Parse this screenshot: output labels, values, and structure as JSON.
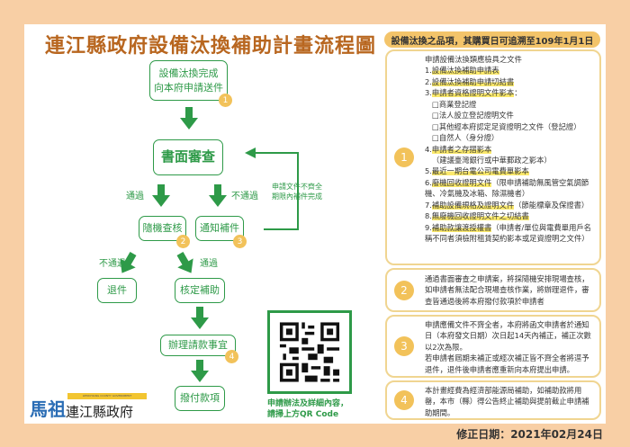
{
  "title": "連江縣政府設備汰換補助計畫流程圖",
  "flow": {
    "submit": [
      "設備汰換完成",
      "向本府申請送件"
    ],
    "review": "書面審查",
    "pass": "通過",
    "fail": "不通過",
    "random_check": "隨機查核",
    "notify": "通知補件",
    "loop_note": [
      "申請文件不齊全",
      "期限內補件完成"
    ],
    "reject": "退件",
    "approve": "核定補助",
    "claim": "辦理請款事宜",
    "pay": "撥付款項",
    "badges": [
      "1",
      "2",
      "3",
      "4"
    ]
  },
  "qr": {
    "caption": [
      "申請辦法及詳細內容，",
      "請掃上方QR Code"
    ]
  },
  "logo": {
    "name": "連江縣政府",
    "mark": "馬祖",
    "en": "LIENCHIANG COUNTY GOVERNMENT"
  },
  "right": {
    "header": "設備汰換之品項，其購買日可追溯至109年1月1日",
    "box1": {
      "num": "1",
      "intro": "申請設備汰換類應檢具之文件",
      "items": [
        {
          "n": "1.",
          "hl": "設備汰換補助申請表",
          "rest": ""
        },
        {
          "n": "2.",
          "hl": "設備汰換補助申請切結書",
          "rest": ""
        },
        {
          "n": "3.",
          "hl": "申請者資格證明文件影本",
          "rest": "："
        },
        {
          "n": "□",
          "hl": "",
          "rest": "商業登記證",
          "sub": true
        },
        {
          "n": "□",
          "hl": "",
          "rest": "法人設立登記證明文件",
          "sub": true
        },
        {
          "n": "□",
          "hl": "",
          "rest": "其他經本府認定足資證明之文件（登記證）",
          "sub": true
        },
        {
          "n": "□",
          "hl": "",
          "rest": "自然人（身分證）",
          "sub": true
        },
        {
          "n": "4.",
          "hl": "申請者之存摺影本",
          "rest": ""
        },
        {
          "n": "",
          "hl": "",
          "rest": "（建議臺灣銀行或中華郵政之影本）",
          "sub": true
        },
        {
          "n": "5.",
          "hl": "最近一期台電公司電費單影本",
          "rest": ""
        },
        {
          "n": "6.",
          "hl": "廢機回收證明文件",
          "rest": "（限申請補助無風管空氣調節機、冷氣機及冰箱、除濕機者）"
        },
        {
          "n": "7.",
          "hl": "補助設備規格及證明文件",
          "rest": "（節能標章及保證書）"
        },
        {
          "n": "8.",
          "hl": "無廢機回收證明文件之切結書",
          "rest": ""
        },
        {
          "n": "9.",
          "hl": "補助款讓渡授權書",
          "rest": "（申請者/單位與電費單用戶名稱不同者須檢附租賃契約影本或足資證明之文件）"
        }
      ]
    },
    "box2": {
      "num": "2",
      "text": "通過書面審查之申請案，將採隨機安排現場查核，如申請者無法配合現場查核作業，將辦理退件，審查皆通過後將本府撥付款項於申請者"
    },
    "box3": {
      "num": "3",
      "text": "申請應備文件不齊全者，本府將函文申請者於通知日（本府發文日期）次日起14天內補正，補正次數以2次為限。",
      "text2": "若申請者屆期未補正或經次補正皆不齊全者將逕予退件，退件後申請者應重新向本府提出申請。"
    },
    "box4": {
      "num": "4",
      "text": "本計畫經費為經濟部能源局補助，如補助款將用罄，本市（縣）得公告終止補助與提前截止申請補助期間。"
    }
  },
  "revision_date": "修正日期：2021年02月24日"
}
